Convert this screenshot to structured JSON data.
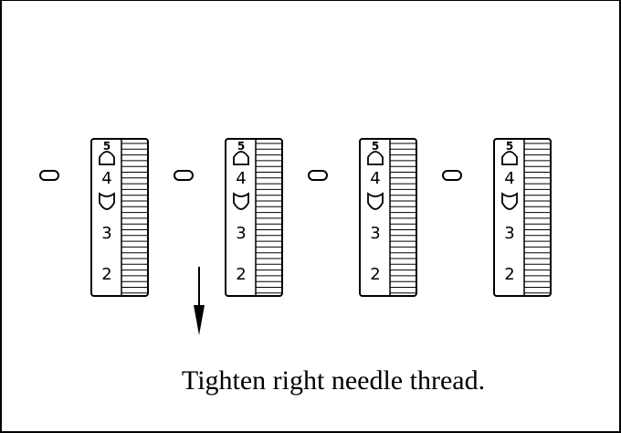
{
  "caption": "Tighten right needle thread.",
  "dial": {
    "labels": [
      "5",
      "4",
      "3",
      "2"
    ]
  },
  "dial_count": 4,
  "arrow_under_dial_index": 1,
  "colors": {
    "ink": "#000000",
    "background": "#ffffff"
  }
}
